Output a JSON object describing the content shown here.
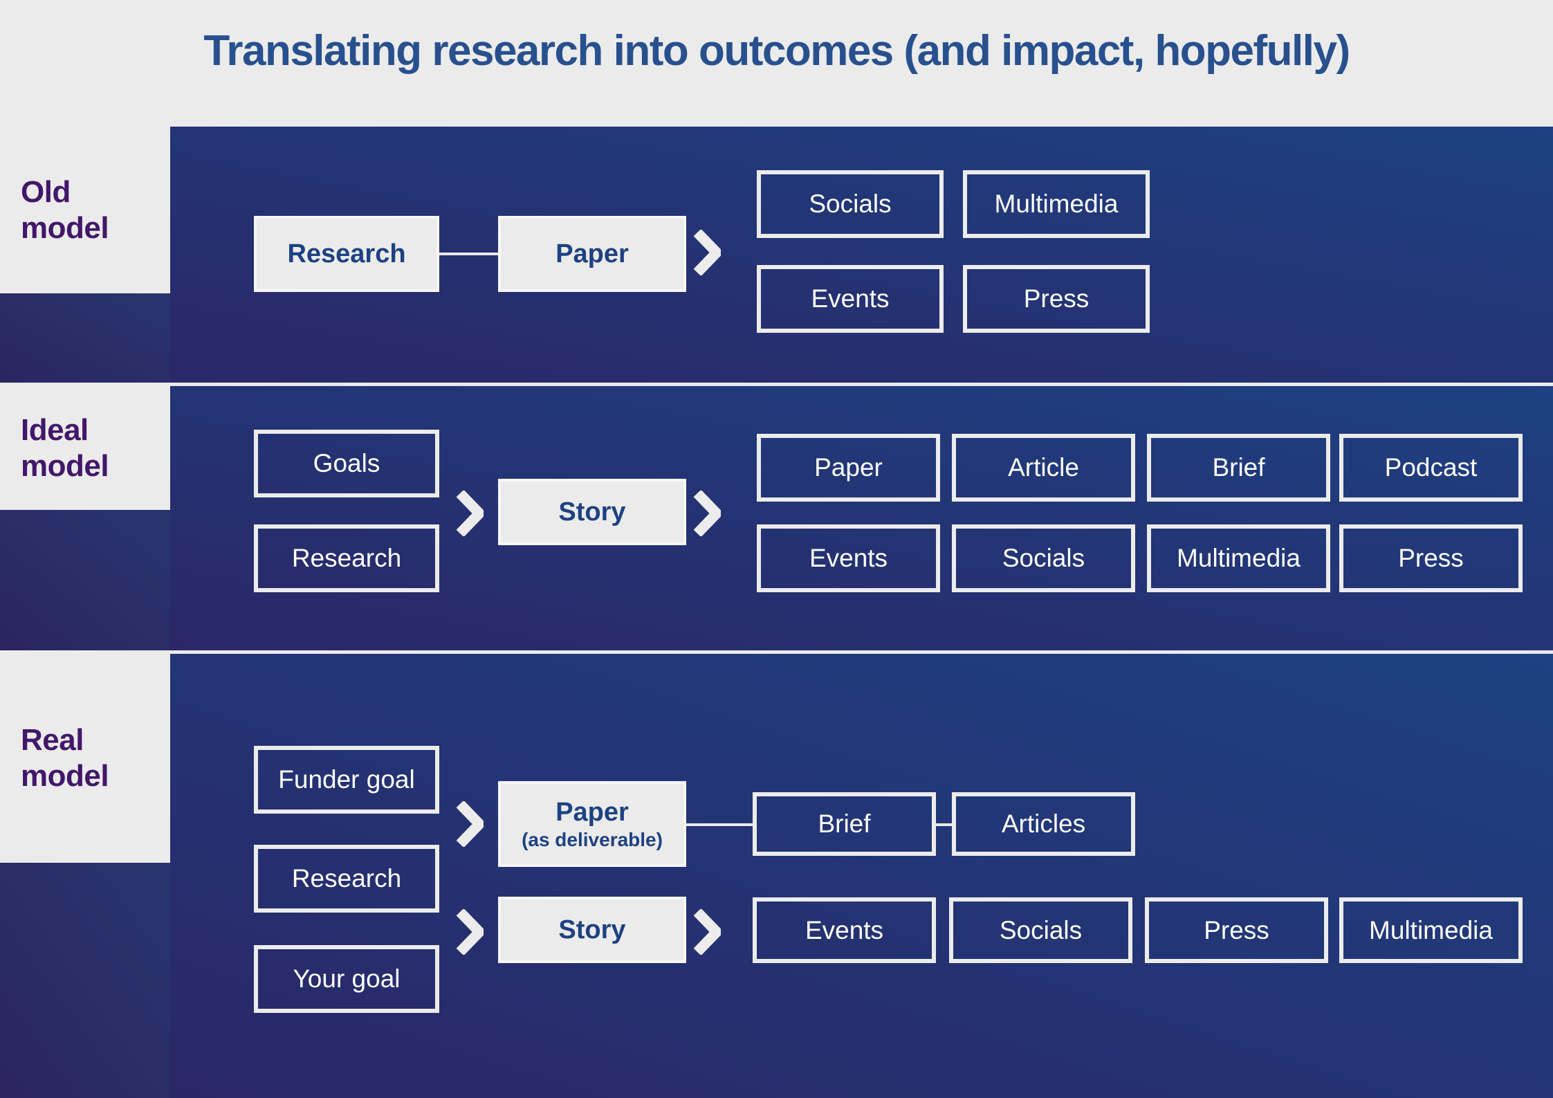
{
  "title": "Translating research into outcomes (and impact, hopefully)",
  "colors": {
    "title": "#28508e",
    "label": "#42176a",
    "band_blue": "#1d4182",
    "band_purple": "#2a2767",
    "light": "#ebebeb",
    "node_text": "#ffffff",
    "filled_node_text": "#1d4182"
  },
  "sections": [
    {
      "id": "old",
      "label_line1": "Old",
      "label_line2": "model",
      "inputs": [
        {
          "label": "Research",
          "style": "filled"
        }
      ],
      "middle": [
        {
          "label": "Paper",
          "style": "filled"
        }
      ],
      "outputs_row1": [
        {
          "label": "Socials"
        },
        {
          "label": "Multimedia"
        }
      ],
      "outputs_row2": [
        {
          "label": "Events"
        },
        {
          "label": "Press"
        }
      ]
    },
    {
      "id": "ideal",
      "label_line1": "Ideal",
      "label_line2": "model",
      "inputs": [
        {
          "label": "Goals",
          "style": "outline"
        },
        {
          "label": "Research",
          "style": "outline"
        }
      ],
      "middle": [
        {
          "label": "Story",
          "style": "filled"
        }
      ],
      "outputs_row1": [
        {
          "label": "Paper"
        },
        {
          "label": "Article"
        },
        {
          "label": "Brief"
        },
        {
          "label": "Podcast"
        }
      ],
      "outputs_row2": [
        {
          "label": "Events"
        },
        {
          "label": "Socials"
        },
        {
          "label": "Multimedia"
        },
        {
          "label": "Press"
        }
      ]
    },
    {
      "id": "real",
      "label_line1": "Real",
      "label_line2": "model",
      "inputs": [
        {
          "label": "Funder goal",
          "style": "outline"
        },
        {
          "label": "Research",
          "style": "outline"
        },
        {
          "label": "Your goal",
          "style": "outline"
        }
      ],
      "middle": [
        {
          "label": "Paper",
          "sub": "(as deliverable)",
          "style": "filled"
        },
        {
          "label": "Story",
          "style": "filled"
        }
      ],
      "outputs_row1": [
        {
          "label": "Brief"
        },
        {
          "label": "Articles"
        }
      ],
      "outputs_row2": [
        {
          "label": "Events"
        },
        {
          "label": "Socials"
        },
        {
          "label": "Press"
        },
        {
          "label": "Multimedia"
        }
      ]
    }
  ]
}
